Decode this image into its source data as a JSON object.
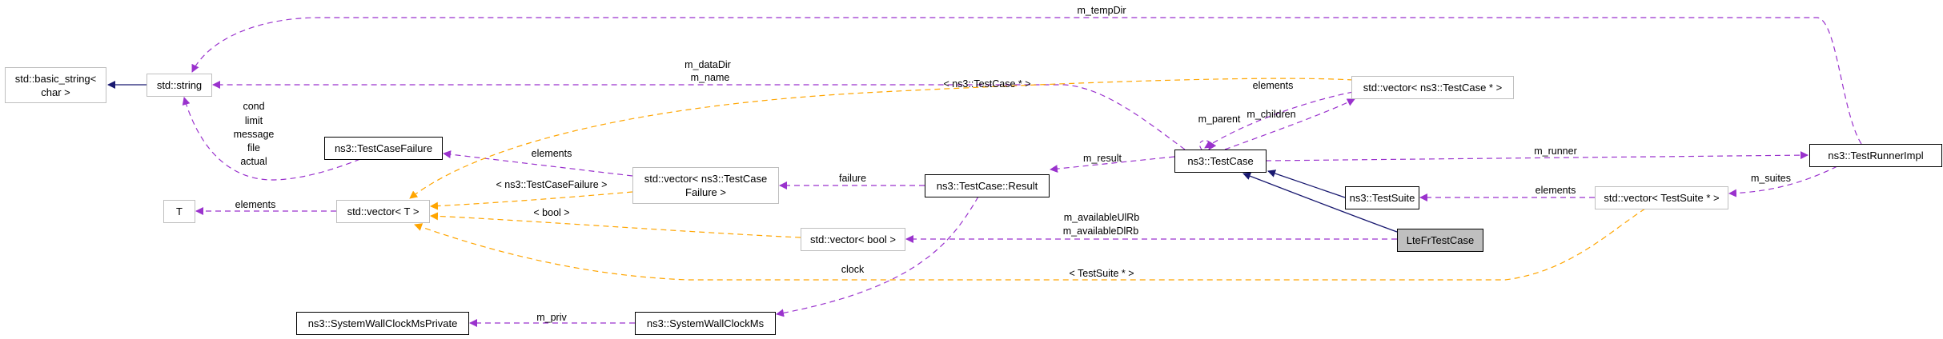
{
  "diagram": {
    "type": "collaboration-graph",
    "colors": {
      "inheritance": "#191970",
      "usage": "#9a32cd",
      "template": "#ffa500",
      "focus_fill": "#bfbfbf",
      "external_border": "#bfbfbf",
      "documented_border": "#000000"
    },
    "nodes": {
      "basic_string": {
        "label": "std::basic_string<\nchar >",
        "line1": "std::basic_string<",
        "line2": "char >"
      },
      "string": {
        "label": "std::string"
      },
      "testcasefailure": {
        "label": "ns3::TestCaseFailure"
      },
      "T": {
        "label": "T"
      },
      "vector_T": {
        "label": "std::vector< T >"
      },
      "vector_tcf": {
        "line1": "std::vector< ns3::TestCase",
        "line2": "Failure >"
      },
      "vector_bool": {
        "label": "std::vector< bool >"
      },
      "result": {
        "label": "ns3::TestCase::Result"
      },
      "swcm_private": {
        "label": "ns3::SystemWallClockMsPrivate"
      },
      "swcm": {
        "label": "ns3::SystemWallClockMs"
      },
      "testcase": {
        "label": "ns3::TestCase"
      },
      "vector_tc": {
        "label": "std::vector< ns3::TestCase * >"
      },
      "testsuite": {
        "label": "ns3::TestSuite"
      },
      "ltefr": {
        "label": "LteFrTestCase"
      },
      "vector_ts": {
        "label": "std::vector< TestSuite * >"
      },
      "runner": {
        "label": "ns3::TestRunnerImpl"
      }
    },
    "edge_labels": {
      "tempDir": "m_tempDir",
      "dataDir": "m_dataDir",
      "name": "m_name",
      "tc_ptr": "< ns3::TestCase * >",
      "cond": "cond",
      "limit": "limit",
      "message": "message",
      "file": "file",
      "actual": "actual",
      "elements_tcf": "elements",
      "tcf_tmpl": "< ns3::TestCaseFailure >",
      "elements_T": "elements",
      "bool_tmpl": "< bool >",
      "failure": "failure",
      "clock": "clock",
      "priv": "m_priv",
      "parent": "m_parent",
      "children": "m_children",
      "elements_tc": "elements",
      "result": "m_result",
      "runner": "m_runner",
      "elements_ts": "elements",
      "suites": "m_suites",
      "ulrb": "m_availableUlRb",
      "dlrb": "m_availableDlRb",
      "ts_tmpl": "< TestSuite * >"
    }
  }
}
